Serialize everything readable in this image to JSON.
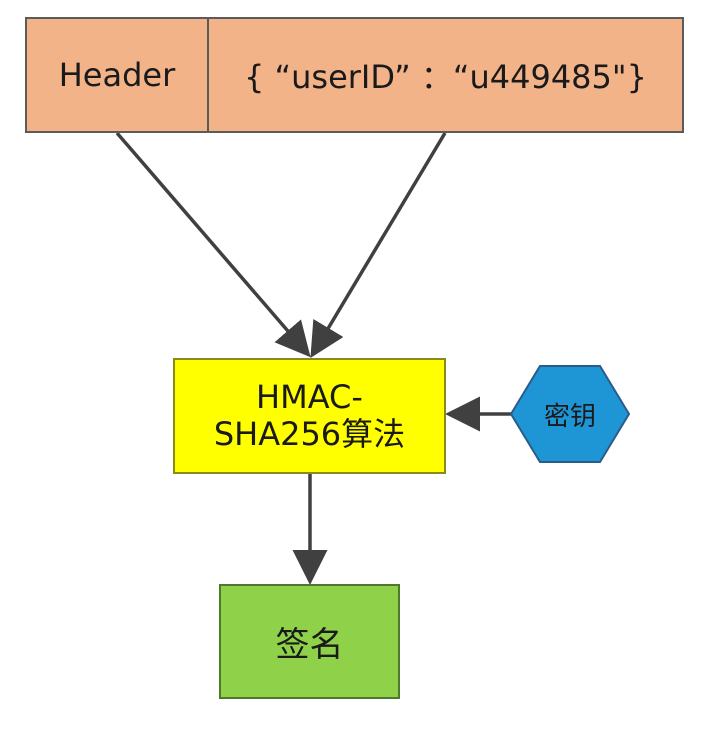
{
  "jwt_parts": {
    "header_label": "Header",
    "payload_label": "{ “userID” ：“u449485\"}"
  },
  "algorithm": {
    "line1": "HMAC-",
    "line2": "SHA256算法"
  },
  "key": {
    "label": "密钥"
  },
  "output": {
    "label": "签名"
  },
  "colors": {
    "input_fill": "#f2b389",
    "algorithm_fill": "#ffff00",
    "key_fill": "#1e96d6",
    "output_fill": "#8fd24a",
    "arrow": "#404040"
  }
}
